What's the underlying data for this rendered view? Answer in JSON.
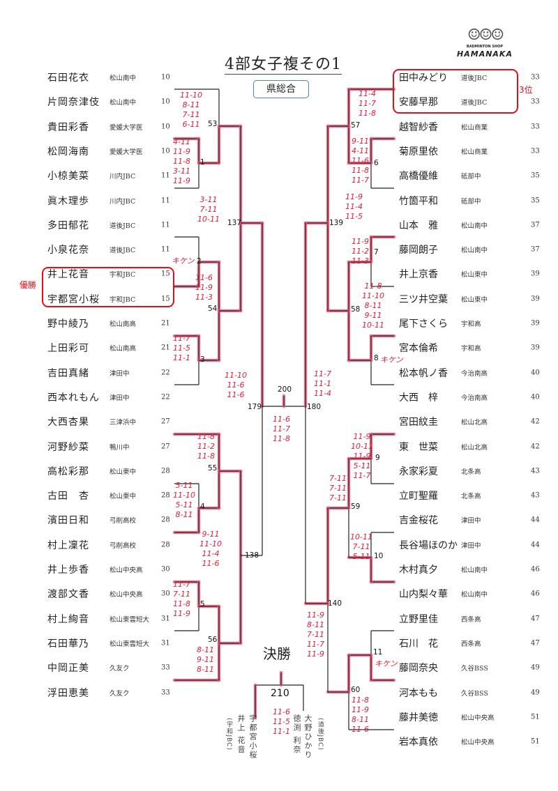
{
  "title": "4部女子複その1",
  "venue": "県総合",
  "logo": {
    "shop": "BADMINTON SHOP",
    "brand": "HAMANAKA"
  },
  "labels": {
    "champion": "優勝",
    "third": "3位",
    "final": "決勝"
  },
  "left_players": [
    {
      "name": "石田花衣",
      "school": "松山南中",
      "seed": "10"
    },
    {
      "name": "片岡奈津伎",
      "school": "松山南中",
      "seed": "10"
    },
    {
      "name": "貴田彩香",
      "school": "愛媛大学医",
      "seed": "10"
    },
    {
      "name": "松岡海南",
      "school": "愛媛大学医",
      "seed": "10"
    },
    {
      "name": "小椋美菜",
      "school": "川内JBC",
      "seed": "11"
    },
    {
      "name": "眞木理歩",
      "school": "川内JBC",
      "seed": "11"
    },
    {
      "name": "多田郁花",
      "school": "道後JBC",
      "seed": "11"
    },
    {
      "name": "小泉花奈",
      "school": "道後JBC",
      "seed": "11"
    },
    {
      "name": "井上花音",
      "school": "宇和JBC",
      "seed": "15"
    },
    {
      "name": "宇都宮小桜",
      "school": "宇和JBC",
      "seed": "15"
    },
    {
      "name": "野中綾乃",
      "school": "松山南高",
      "seed": "21"
    },
    {
      "name": "上田彩可",
      "school": "松山南高",
      "seed": "21"
    },
    {
      "name": "吉田真緒",
      "school": "津田中",
      "seed": "22"
    },
    {
      "name": "西本れもん",
      "school": "津田中",
      "seed": "22"
    },
    {
      "name": "大西杏果",
      "school": "三津浜中",
      "seed": "27"
    },
    {
      "name": "河野紗菜",
      "school": "鴨川中",
      "seed": "27"
    },
    {
      "name": "高松彩那",
      "school": "松山東中",
      "seed": "28"
    },
    {
      "name": "古田　杏",
      "school": "松山東中",
      "seed": "28"
    },
    {
      "name": "濱田日和",
      "school": "弓削高校",
      "seed": "28"
    },
    {
      "name": "村上凜花",
      "school": "弓削高校",
      "seed": "28"
    },
    {
      "name": "井上歩香",
      "school": "松山中央高",
      "seed": "30"
    },
    {
      "name": "渡部文香",
      "school": "松山中央高",
      "seed": "30"
    },
    {
      "name": "村上絢音",
      "school": "松山東雲短大",
      "seed": "31"
    },
    {
      "name": "石田華乃",
      "school": "松山東雲短大",
      "seed": "31"
    },
    {
      "name": "中岡正美",
      "school": "久友ク",
      "seed": "33"
    },
    {
      "name": "浮田恵美",
      "school": "久友ク",
      "seed": "33"
    }
  ],
  "right_players": [
    {
      "name": "田中みどり",
      "school": "道後JBC",
      "seed": "33"
    },
    {
      "name": "安藤早那",
      "school": "道後JBC",
      "seed": "33"
    },
    {
      "name": "越智紗香",
      "school": "松山商業",
      "seed": "33"
    },
    {
      "name": "菊原里依",
      "school": "松山商業",
      "seed": "33"
    },
    {
      "name": "高橋優維",
      "school": "砥部中",
      "seed": "35"
    },
    {
      "name": "竹箇平和",
      "school": "砥部中",
      "seed": "35"
    },
    {
      "name": "山本　雅",
      "school": "松山南中",
      "seed": "37"
    },
    {
      "name": "藤岡朗子",
      "school": "松山南中",
      "seed": "37"
    },
    {
      "name": "井上京香",
      "school": "松山東中",
      "seed": "39"
    },
    {
      "name": "三ツ井空葉",
      "school": "松山東中",
      "seed": "39"
    },
    {
      "name": "尾下さくら",
      "school": "宇和高",
      "seed": "39"
    },
    {
      "name": "宮本倫希",
      "school": "宇和高",
      "seed": "39"
    },
    {
      "name": "松本帆ノ香",
      "school": "今治南高",
      "seed": "40"
    },
    {
      "name": "大西　梓",
      "school": "今治南高",
      "seed": "40"
    },
    {
      "name": "宮田紋圭",
      "school": "松山北高",
      "seed": "42"
    },
    {
      "name": "東　世菜",
      "school": "松山北高",
      "seed": "42"
    },
    {
      "name": "永家彩夏",
      "school": "北条高",
      "seed": "43"
    },
    {
      "name": "立町聖羅",
      "school": "北条高",
      "seed": "43"
    },
    {
      "name": "吉金桜花",
      "school": "津田中",
      "seed": "44"
    },
    {
      "name": "長谷場ほのか",
      "school": "津田中",
      "seed": "44"
    },
    {
      "name": "木村真夕",
      "school": "松山南中",
      "seed": "46"
    },
    {
      "name": "山内梨々華",
      "school": "松山南中",
      "seed": "46"
    },
    {
      "name": "立野里佳",
      "school": "西条高",
      "seed": "47"
    },
    {
      "name": "石川　花",
      "school": "西条高",
      "seed": "47"
    },
    {
      "name": "藤岡奈央",
      "school": "久谷BSS",
      "seed": "49"
    },
    {
      "name": "河本もも",
      "school": "久谷BSS",
      "seed": "49"
    },
    {
      "name": "藤井美徳",
      "school": "松山中央高",
      "seed": "51"
    },
    {
      "name": "岩本真依",
      "school": "松山中央高",
      "seed": "51"
    }
  ],
  "matches": {
    "m1": {
      "no": "1",
      "scores": "4-11\n11-9\n11-8\n3-11\n11-9"
    },
    "m53": {
      "no": "53",
      "scores": "11-10\n8-11\n7-11\n6-11"
    },
    "m2": {
      "no": "2",
      "scores": "キケン"
    },
    "m54": {
      "no": "54",
      "scores": "11-6\n11-9\n11-3"
    },
    "m3": {
      "no": "3",
      "scores": "11-7\n11-5\n11-1"
    },
    "m137": {
      "no": "137",
      "scores": "3-11\n7-11\n10-11"
    },
    "m55": {
      "no": "55",
      "scores": "11-8\n11-2\n11-8"
    },
    "m4": {
      "no": "4",
      "scores": "5-11\n11-10\n5-11\n8-11"
    },
    "m5": {
      "no": "5",
      "scores": "11-7\n7-11\n11-8\n11-9"
    },
    "m56": {
      "no": "56",
      "scores": "8-11\n9-11\n8-11"
    },
    "m138": {
      "no": "138",
      "scores": "9-11\n11-10\n11-4\n11-6"
    },
    "m179": {
      "no": "179",
      "scores": "11-10\n11-6\n11-6"
    },
    "m200": {
      "no": "200",
      "scores": "11-6\n11-7\n11-8"
    },
    "m180": {
      "no": "180",
      "scores": "11-7\n11-1\n11-4"
    },
    "m57": {
      "no": "57",
      "scores": "11-4\n11-7\n11-8"
    },
    "m6": {
      "no": "6",
      "scores": "9-11\n4-11\n11-6\n11-8\n11-7"
    },
    "m139": {
      "no": "139",
      "scores": "11-9\n11-4\n11-5"
    },
    "m7": {
      "no": "7",
      "scores": "11-9\n11-2\n11-3"
    },
    "m58": {
      "no": "58",
      "scores": "11-8\n11-10\n8-11\n9-11\n10-11"
    },
    "m8": {
      "no": "8",
      "scores": "キケン"
    },
    "m9": {
      "no": "9",
      "scores": "11-9\n10-11\n11-9\n5-11\n11-7"
    },
    "m59": {
      "no": "59",
      "scores": "7-11\n7-11\n7-11"
    },
    "m10": {
      "no": "10",
      "scores": "10-11\n7-11\n5-11"
    },
    "m140": {
      "no": "140",
      "scores": "11-9\n8-11\n7-11\n11-7\n11-9"
    },
    "m11": {
      "no": "11",
      "scores": "キケン"
    },
    "m60": {
      "no": "60",
      "scores": "11-8\n11-9\n8-11\n11-6"
    },
    "m210": {
      "no": "210",
      "scores": "11-6\n11-5\n11-1"
    }
  },
  "final_handwritten": {
    "left_1": "井上 花音",
    "left_2": "宇都宮小桜",
    "left_team": "(宇和JBC)",
    "right_1": "徳渕 利奈",
    "right_2": "大野ひかり",
    "right_team": "(道後JBC)"
  },
  "colors": {
    "pink": "#e8577a",
    "red": "#e0101a",
    "ink": "#222222",
    "venue_border": "#4a7fc0"
  }
}
